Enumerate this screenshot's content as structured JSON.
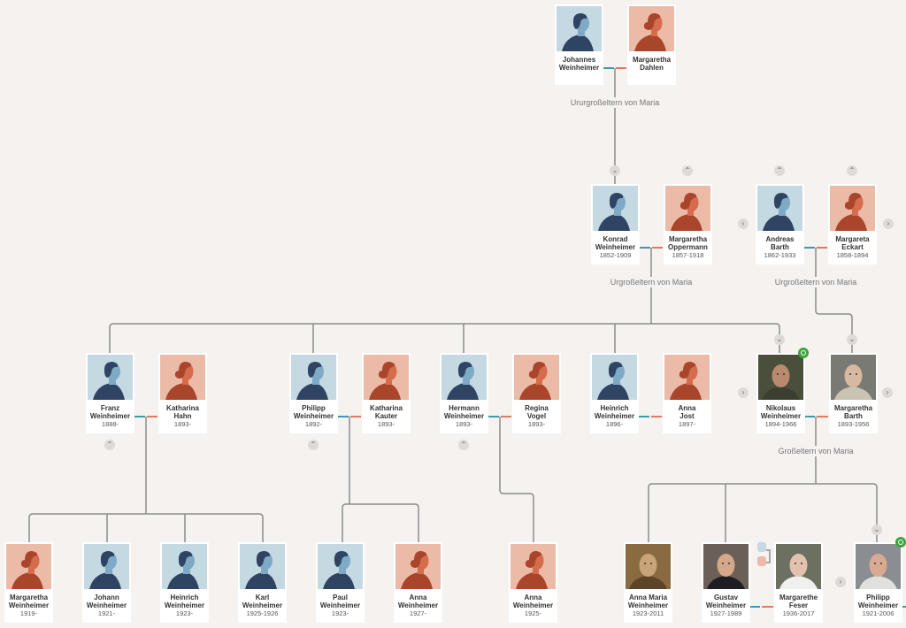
{
  "colors": {
    "male_bg": "#c5d9e3",
    "male_body": "#2f4462",
    "male_face": "#7eaac6",
    "female_bg": "#ecbba7",
    "female_hair": "#a9452a",
    "female_face": "#d46c4d",
    "line": "#8c8c8c",
    "male_line": "#3b9bb5",
    "female_line": "#e07a63",
    "badge": "#3aa53a"
  },
  "labels": {
    "gen_great_great": "Ururgroßeltern von Maria",
    "gen_great_left": "Urgroßeltern von Maria",
    "gen_great_right": "Urgroßeltern von Maria",
    "gen_grand": "Großeltern von Maria"
  },
  "people": [
    {
      "first": "Johannes",
      "last": "Weinheimer",
      "dates": "",
      "sex": "m"
    },
    {
      "first": "Margaretha",
      "last": "Dahlen",
      "dates": "",
      "sex": "f"
    },
    {
      "first": "Konrad",
      "last": "Weinheimer",
      "dates": "1852-1909",
      "sex": "m"
    },
    {
      "first": "Margaretha",
      "last": "Oppermann",
      "dates": "1857-1918",
      "sex": "f"
    },
    {
      "first": "Andreas",
      "last": "Barth",
      "dates": "1862-1933",
      "sex": "m"
    },
    {
      "first": "Margareta",
      "last": "Eckart",
      "dates": "1858-1894",
      "sex": "f"
    },
    {
      "first": "Franz",
      "last": "Weinheimer",
      "dates": "1888-",
      "sex": "m"
    },
    {
      "first": "Katharina",
      "last": "Hahn",
      "dates": "1893-",
      "sex": "f"
    },
    {
      "first": "Philipp",
      "last": "Weinheimer",
      "dates": "1892-",
      "sex": "m"
    },
    {
      "first": "Katharina",
      "last": "Kauter",
      "dates": "1893-",
      "sex": "f"
    },
    {
      "first": "Hermann",
      "last": "Weinheimer",
      "dates": "1893-",
      "sex": "m"
    },
    {
      "first": "Regina",
      "last": "Vogel",
      "dates": "1893-",
      "sex": "f"
    },
    {
      "first": "Heinrich",
      "last": "Weinheimer",
      "dates": "1896-",
      "sex": "m"
    },
    {
      "first": "Anna",
      "last": "Jost",
      "dates": "1897-",
      "sex": "f"
    },
    {
      "first": "Nikolaus",
      "last": "Weinheimer",
      "dates": "1894-1966",
      "sex": "m",
      "photo": "soldier"
    },
    {
      "first": "Margaretha",
      "last": "Barth",
      "dates": "1893-1956",
      "sex": "f",
      "photo": "oldwoman"
    },
    {
      "first": "Margaretha",
      "last": "Weinheimer",
      "dates": "1919-",
      "sex": "f"
    },
    {
      "first": "Johann",
      "last": "Weinheimer",
      "dates": "1921-",
      "sex": "m"
    },
    {
      "first": "Heinrich",
      "last": "Weinheimer",
      "dates": "1923-",
      "sex": "m"
    },
    {
      "first": "Karl",
      "last": "Weinheimer",
      "dates": "1925-1926",
      "sex": "m"
    },
    {
      "first": "Paul",
      "last": "Weinheimer",
      "dates": "1923-",
      "sex": "m"
    },
    {
      "first": "Anna",
      "last": "Weinheimer",
      "dates": "1927-",
      "sex": "f"
    },
    {
      "first": "Anna",
      "last": "Weinheimer",
      "dates": "1925-",
      "sex": "f"
    },
    {
      "first": "Anna Maria",
      "last": "Weinheimer",
      "dates": "1923-2011",
      "sex": "f",
      "photo": "sepia"
    },
    {
      "first": "Gustav",
      "last": "Weinheimer",
      "dates": "1927-1989",
      "sex": "m",
      "photo": "youngman"
    },
    {
      "first": "Margarethe",
      "last": "Feser",
      "dates": "1936-2017",
      "sex": "f",
      "photo": "bride"
    },
    {
      "first": "Philipp",
      "last": "Weinheimer",
      "dates": "1921-2006",
      "sex": "m",
      "photo": "oldman"
    }
  ]
}
